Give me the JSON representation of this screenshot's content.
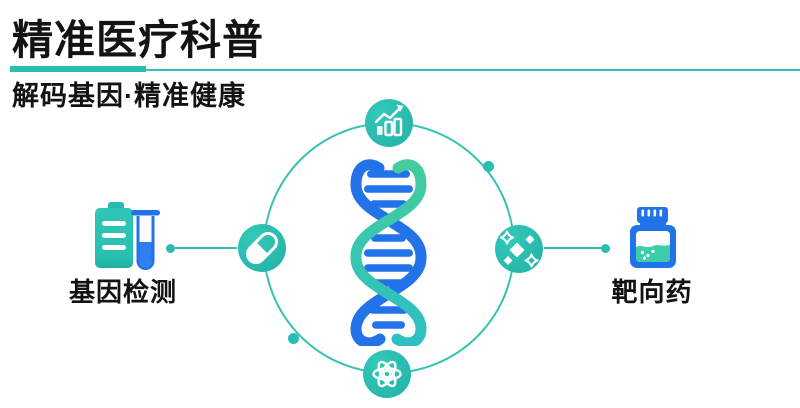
{
  "header": {
    "title": "精准医疗科普",
    "subtitle": "解码基因·精准健康"
  },
  "diagram": {
    "left_item": {
      "label": "基因检测",
      "icon": "clipboard-and-test-tube"
    },
    "right_item": {
      "label": "靶向药",
      "icon": "medicine-bottle"
    },
    "center_icon": "dna-double-helix",
    "orbit_icons": [
      {
        "position": "top",
        "icon": "bar-chart-growth"
      },
      {
        "position": "left",
        "icon": "capsule-pill"
      },
      {
        "position": "right",
        "icon": "molecule-diamonds"
      },
      {
        "position": "bottom",
        "icon": "atom"
      }
    ]
  },
  "colors": {
    "teal": "#2bbdb1",
    "teal_line": "#38bfb4",
    "blue": "#2273e9",
    "dna_teal_top": "#44cc9e",
    "dna_teal_bottom": "#2ebfc2",
    "text": "#131313",
    "background": "#ffffff"
  }
}
